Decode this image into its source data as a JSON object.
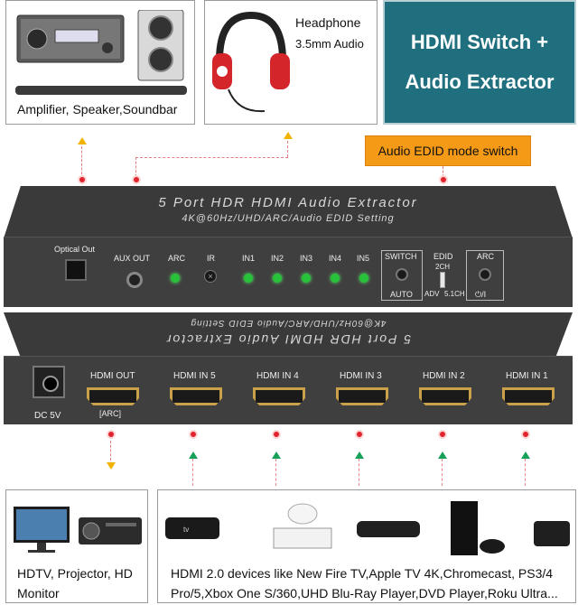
{
  "title": {
    "line1": "HDMI Switch +",
    "line2": "Audio Extractor"
  },
  "top_boxes": {
    "amplifier": {
      "caption": "Amplifier, Speaker,Soundbar"
    },
    "headphone": {
      "line1": "Headphone",
      "line2": "3.5mm Audio"
    }
  },
  "callout": {
    "label": "Audio EDID mode switch"
  },
  "front_panel": {
    "print_line1": "5 Port HDR HDMI Audio Extractor",
    "print_line2": "4K@60Hz/UHD/ARC/Audio EDID Setting",
    "optical_label": "Optical Out",
    "aux_label": "AUX OUT",
    "arc_label": "ARC",
    "ir_label": "IR",
    "inputs": [
      "IN1",
      "IN2",
      "IN3",
      "IN4",
      "IN5"
    ],
    "switch_label": "SWITCH",
    "auto_label": "AUTO",
    "edid_label": "EDID",
    "edid_2ch": "2CH",
    "edid_adv": "ADV",
    "edid_51": "5.1CH",
    "arc_btn_label": "ARC",
    "power_label": "⏻/I"
  },
  "rear_panel": {
    "print_line1": "5 Port HDR HDMI Audio Extractor",
    "print_line2": "4K@60Hz/UHD/ARC/Audio EDID Setting",
    "dc_label": "DC 5V",
    "hdmi_out": "HDMI OUT",
    "arc_note": "[ARC]",
    "hdmi_inputs": [
      "HDMI IN 5",
      "HDMI IN 4",
      "HDMI IN 3",
      "HDMI IN 2",
      "HDMI IN 1"
    ]
  },
  "bottom_boxes": {
    "display": {
      "line1": "HDTV, Projector, HD",
      "line2": "Monitor"
    },
    "sources": {
      "line1": "HDMI 2.0 devices like New Fire TV,Apple TV 4K,Chromecast, PS3/4",
      "line2": "Pro/5,Xbox One S/360,UHD Blu-Ray Player,DVD Player,Roku Ultra..."
    }
  },
  "colors": {
    "title_bg": "#1f6f7e",
    "callout_bg": "#f49a16",
    "led": "#28c23a",
    "arrow_out": "#f0b400",
    "arrow_in": "#17a05a",
    "dot": "#e0232c"
  }
}
